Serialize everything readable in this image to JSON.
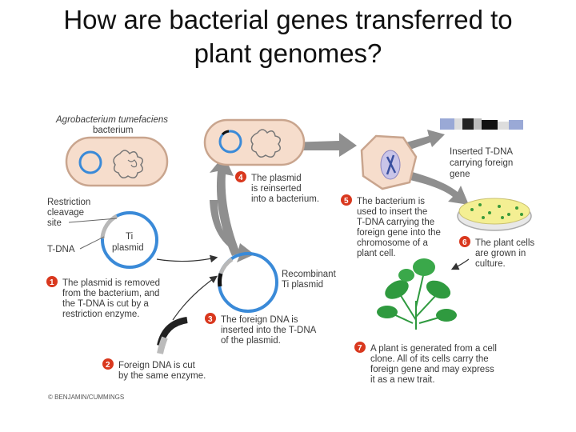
{
  "title": {
    "line1": "How are bacterial genes transferred to",
    "line2": "plant genomes?"
  },
  "colors": {
    "step_circle": "#d9381e",
    "plasmid_blue": "#3a8ad8",
    "cell_fill": "#f6ddcc",
    "cell_stroke": "#c9a58e",
    "arrow_gray": "#8f8f8f",
    "petri_yellow": "#f4ef93",
    "colony_green": "#3a9a3a",
    "leaf_green": "#2f9a3f"
  },
  "labels": {
    "bacterium_line1": "Agrobacterium tumefaciens",
    "bacterium_line2": "bacterium",
    "restriction_line1": "Restriction",
    "restriction_line2": "cleavage",
    "restriction_line3": "site",
    "tdna": "T-DNA",
    "ti_line1": "Ti",
    "ti_line2": "plasmid",
    "recombinant_line1": "Recombinant",
    "recombinant_line2": "Ti plasmid",
    "inserted_line1": "Inserted T-DNA",
    "inserted_line2": "carrying foreign",
    "inserted_line3": "gene",
    "copyright": "© BENJAMIN/CUMMINGS"
  },
  "steps": [
    {
      "num": "1",
      "lines": [
        "The plasmid is removed",
        "from the bacterium, and",
        "the T-DNA is cut by a",
        "restriction enzyme."
      ]
    },
    {
      "num": "2",
      "lines": [
        "Foreign DNA is cut",
        "by the same enzyme."
      ]
    },
    {
      "num": "3",
      "lines": [
        "The foreign DNA is",
        "inserted into the T-DNA",
        "of the plasmid."
      ]
    },
    {
      "num": "4",
      "lines": [
        "The plasmid",
        "is reinserted",
        "into a bacterium."
      ]
    },
    {
      "num": "5",
      "lines": [
        "The bacterium is",
        "used to insert the",
        "T-DNA carrying the",
        "foreign gene into the",
        "chromosome of a",
        "plant cell."
      ]
    },
    {
      "num": "6",
      "lines": [
        "The plant cells",
        "are grown in",
        "culture."
      ]
    },
    {
      "num": "7",
      "lines": [
        "A plant is generated from a cell",
        "clone. All of its cells carry the",
        "foreign gene and may express",
        "it as a new trait."
      ]
    }
  ]
}
